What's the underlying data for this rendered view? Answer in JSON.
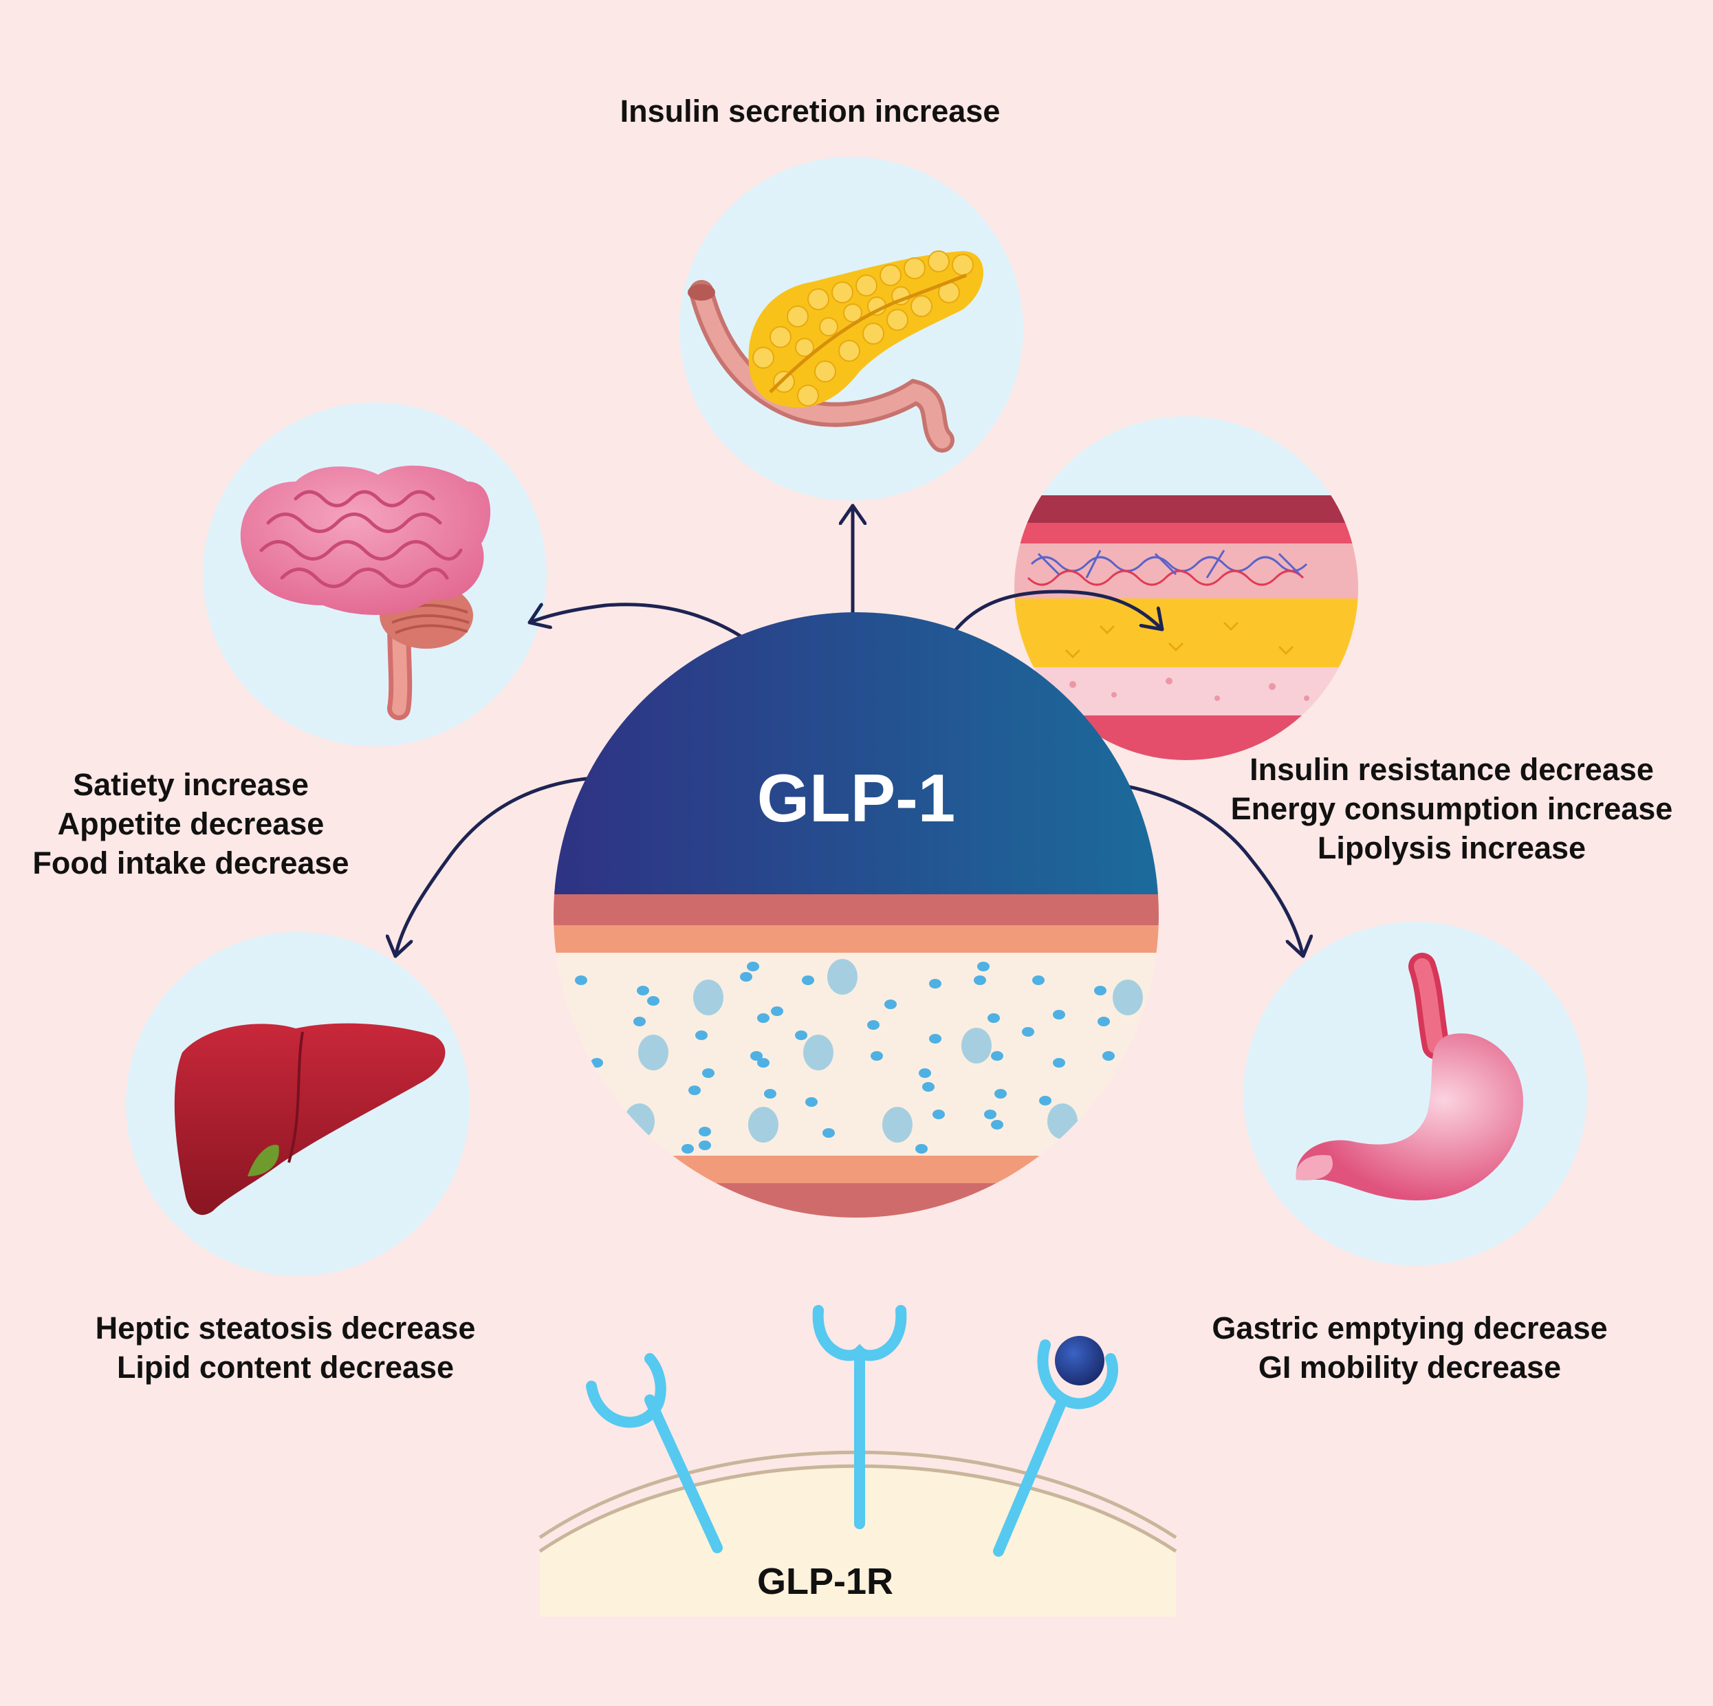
{
  "center": {
    "title": "GLP-1"
  },
  "receptor": {
    "label": "GLP-1R"
  },
  "effects": {
    "pancreas": {
      "lines": [
        "Insulin secretion increase"
      ]
    },
    "brain": {
      "lines": [
        "Satiety increase",
        "Appetite decrease",
        "Food intake decrease"
      ]
    },
    "adipose": {
      "lines": [
        "Insulin resistance decrease",
        "Energy consumption increase",
        "Lipolysis increase"
      ]
    },
    "liver": {
      "lines": [
        "Heptic steatosis decrease",
        "Lipid content decrease"
      ]
    },
    "stomach": {
      "lines": [
        "Gastric emptying decrease",
        "GI mobility decrease"
      ]
    }
  },
  "icons": [
    "pancreas-icon",
    "brain-icon",
    "adipose-tissue-icon",
    "liver-icon",
    "stomach-icon",
    "intestine-tissue-icon",
    "receptor-icon",
    "ligand-icon"
  ],
  "colors": {
    "background": "#fce8e6",
    "organ_circle": "#dff2fa",
    "glp1_gradient_start": "#2f3283",
    "glp1_gradient_end": "#1b6c9c",
    "arrow": "#1d2352",
    "receptor": "#55c9f0",
    "cell_membrane": "#c9b59a"
  }
}
